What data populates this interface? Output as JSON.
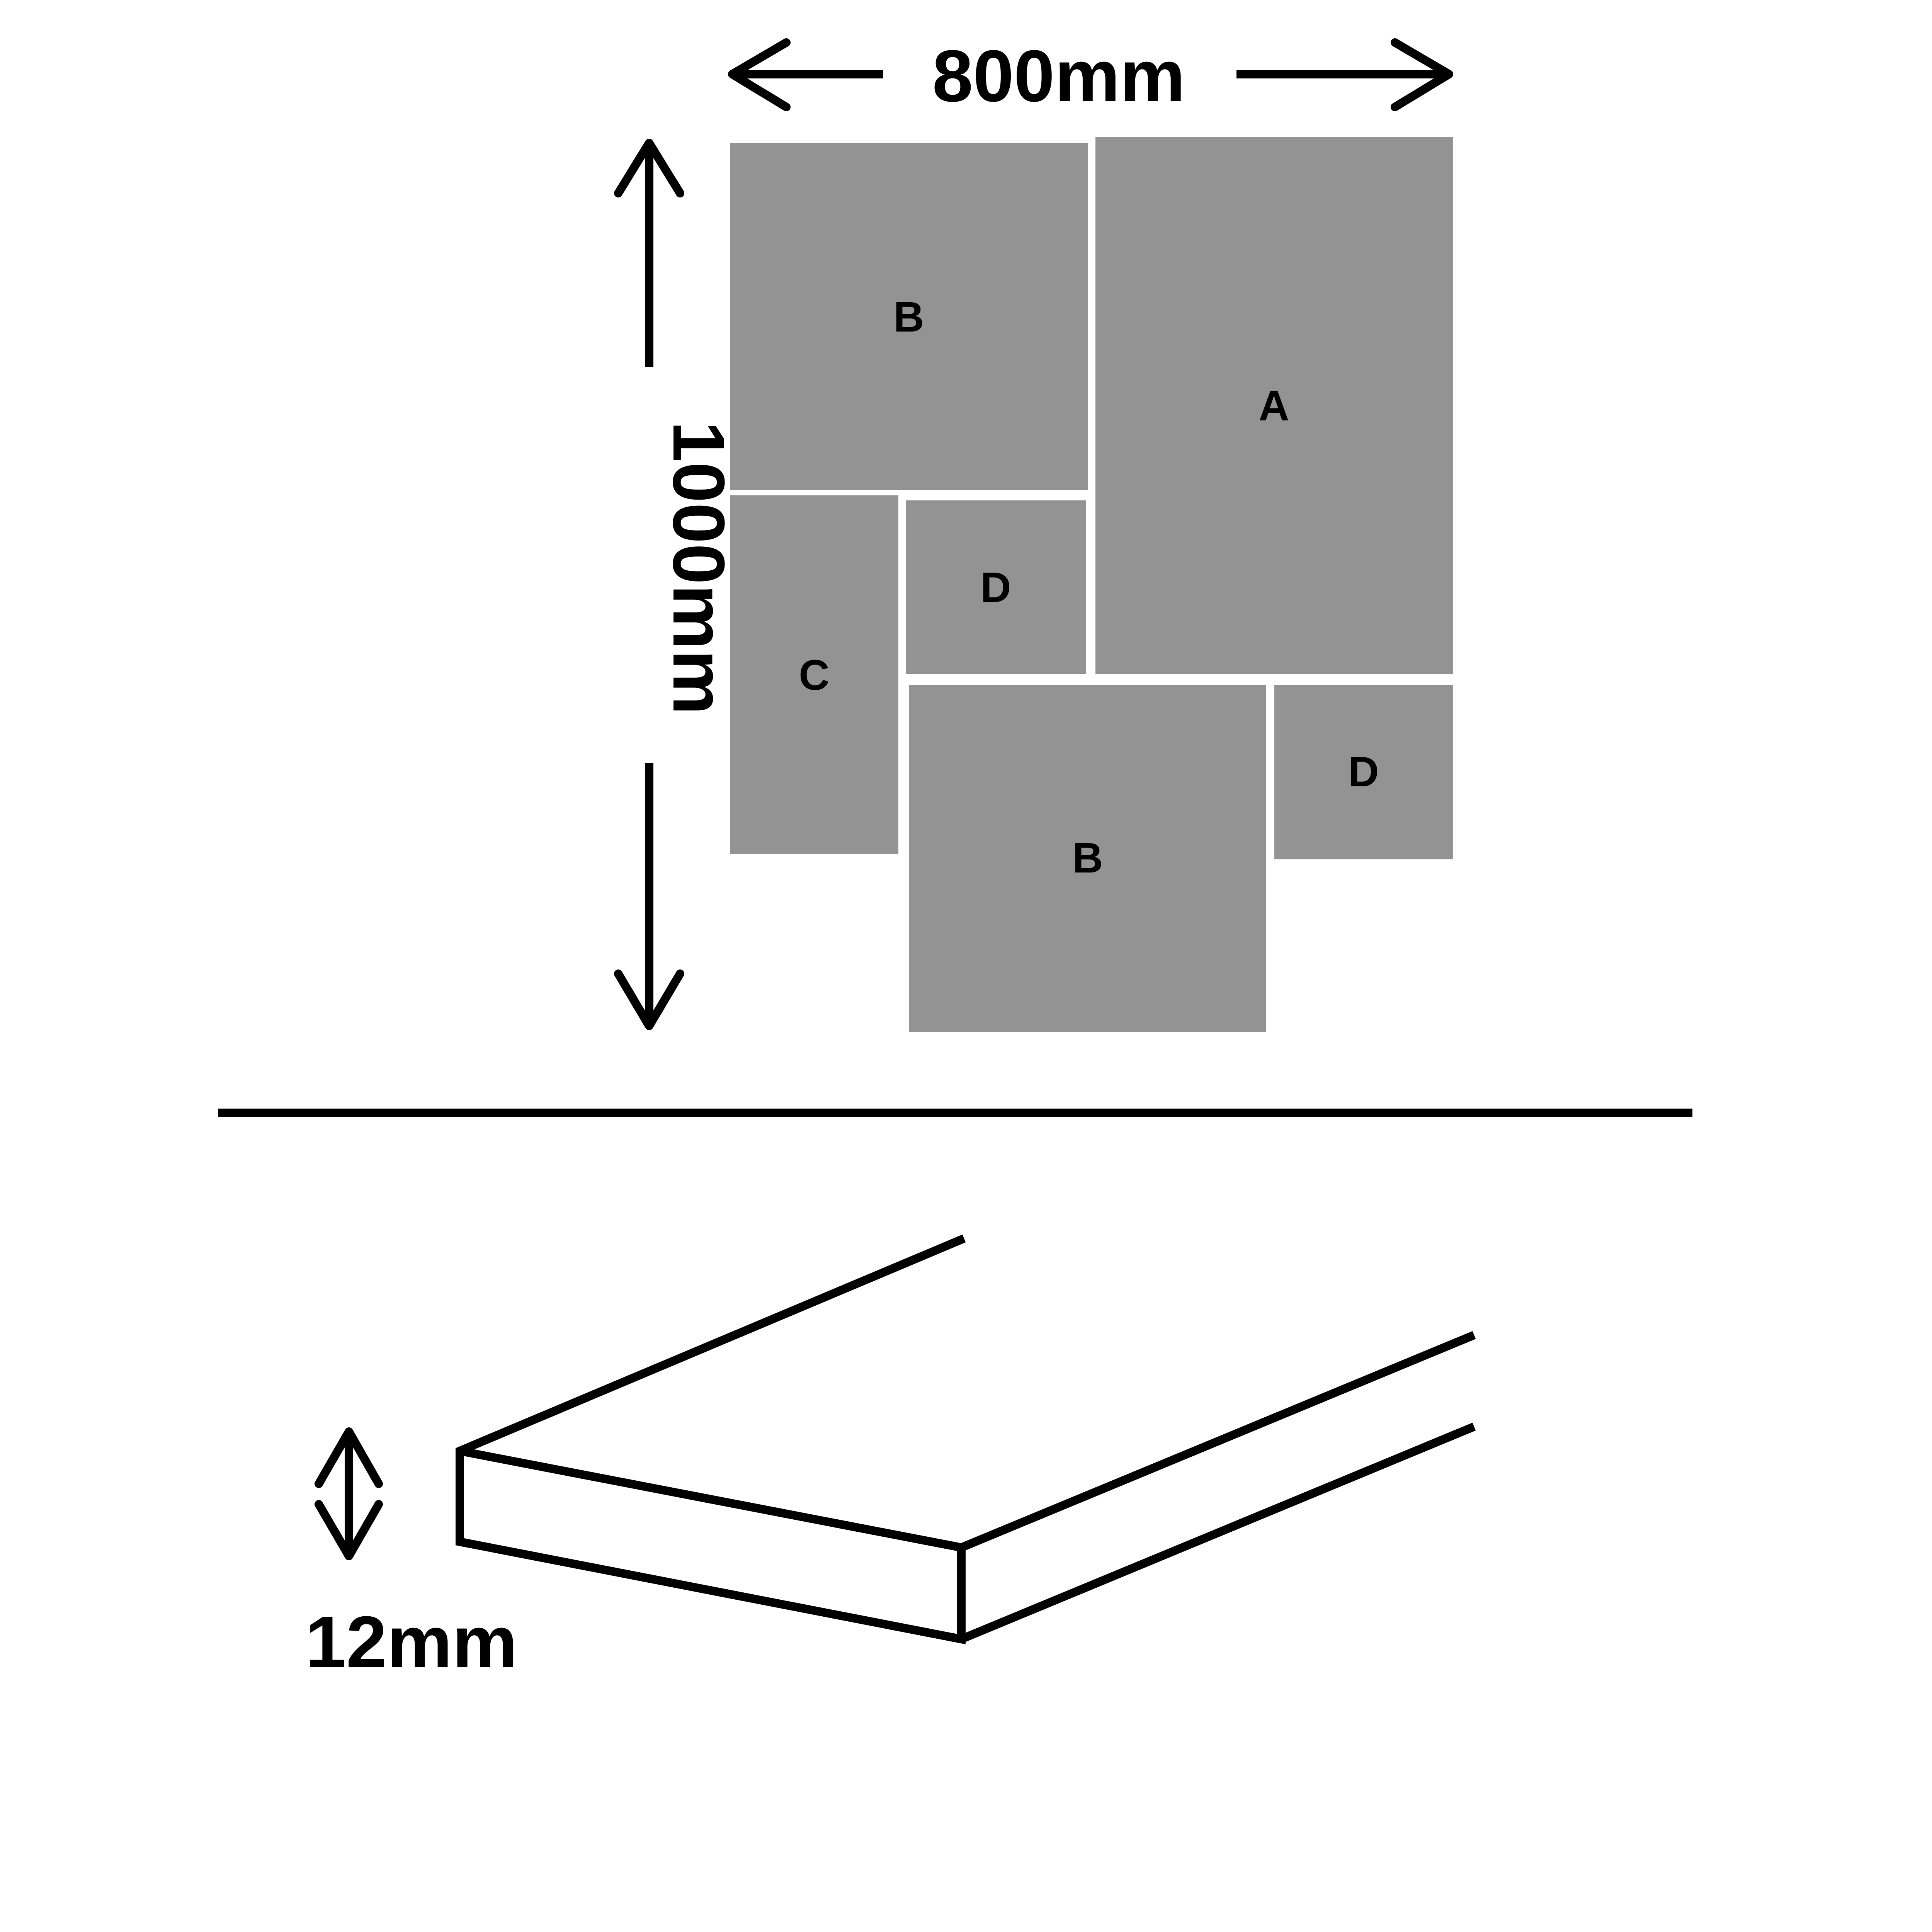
{
  "dimensions": {
    "width_label": "800mm",
    "height_label": "1000mm",
    "thickness_label": "12mm"
  },
  "colors": {
    "tile": "#939393",
    "ink": "#000000",
    "background": "#ffffff"
  },
  "tiles": [
    {
      "label": "B"
    },
    {
      "label": "A"
    },
    {
      "label": "C"
    },
    {
      "label": "D"
    },
    {
      "label": "B"
    },
    {
      "label": "D"
    }
  ]
}
